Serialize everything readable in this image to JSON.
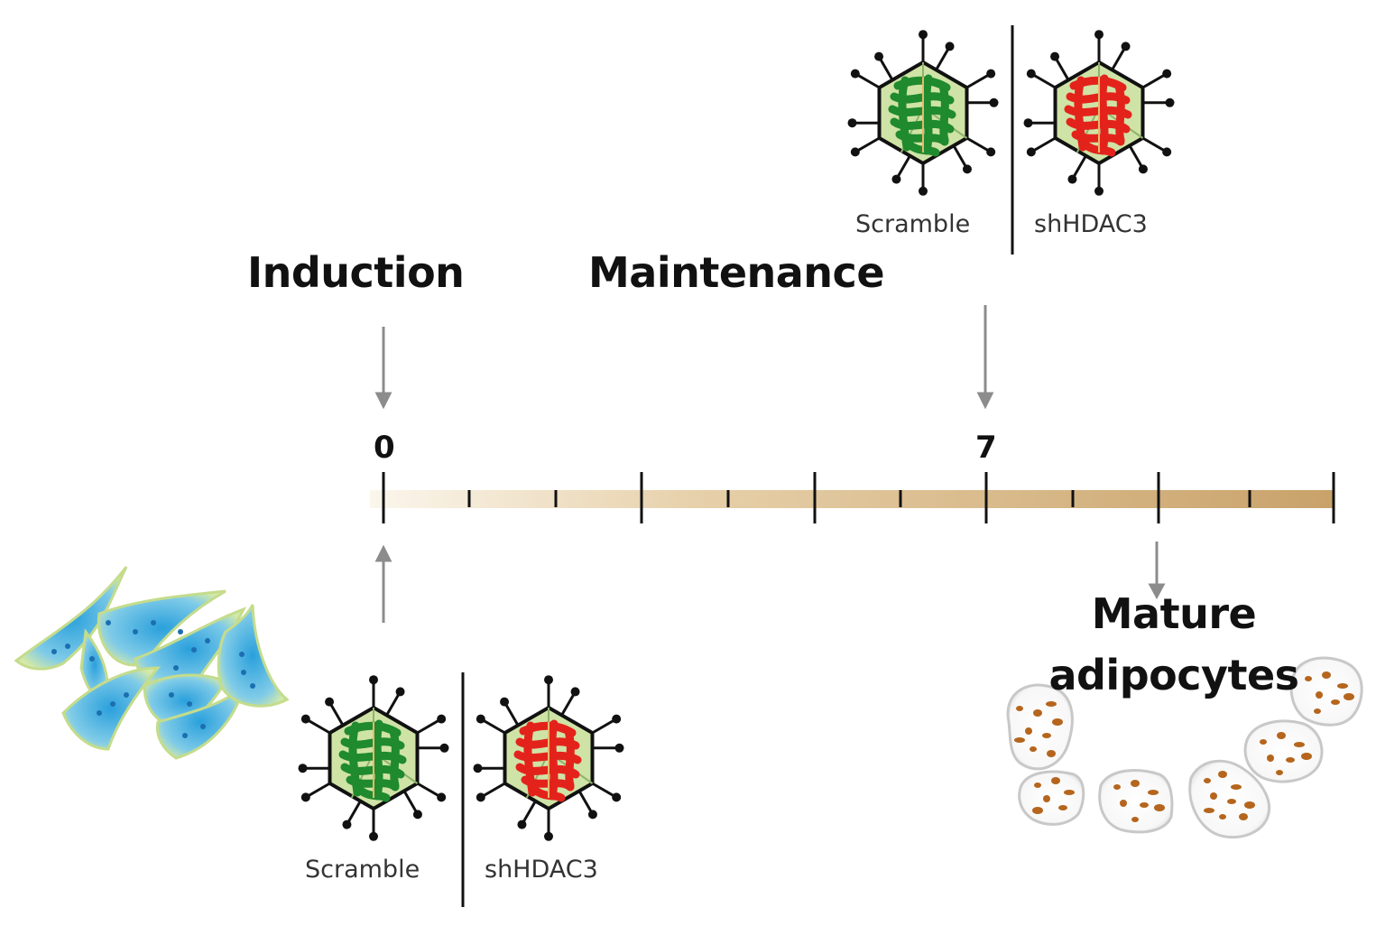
{
  "phases": {
    "induction": "Induction",
    "maintenance": "Maintenance"
  },
  "timeline": {
    "day_start": "0",
    "day_mid": "7"
  },
  "virus_groups": {
    "bottom": {
      "left_label": "Scramble",
      "right_label": "shHDAC3"
    },
    "top": {
      "left_label": "Scramble",
      "right_label": "shHDAC3"
    }
  },
  "outcome": {
    "line1": "Mature",
    "line2": "adipocytes"
  },
  "colors": {
    "scramble_virus": "#1f8a2e",
    "shhdac3_virus": "#e3231b",
    "capsid_fill": "#cfe3a6",
    "timeline_light": "#f7efe2",
    "timeline_dark": "#c9a26a",
    "preadipocyte_fill": "#47b6e3",
    "preadipocyte_edge": "#c4dc8c",
    "lipid_droplet": "#b5651d",
    "arrow": "#8c8c8c"
  },
  "icons": {
    "virus": "adenovirus-icon",
    "preadipocytes": "preadipocyte-cells",
    "adipocytes": "mature-adipocyte-cells"
  }
}
